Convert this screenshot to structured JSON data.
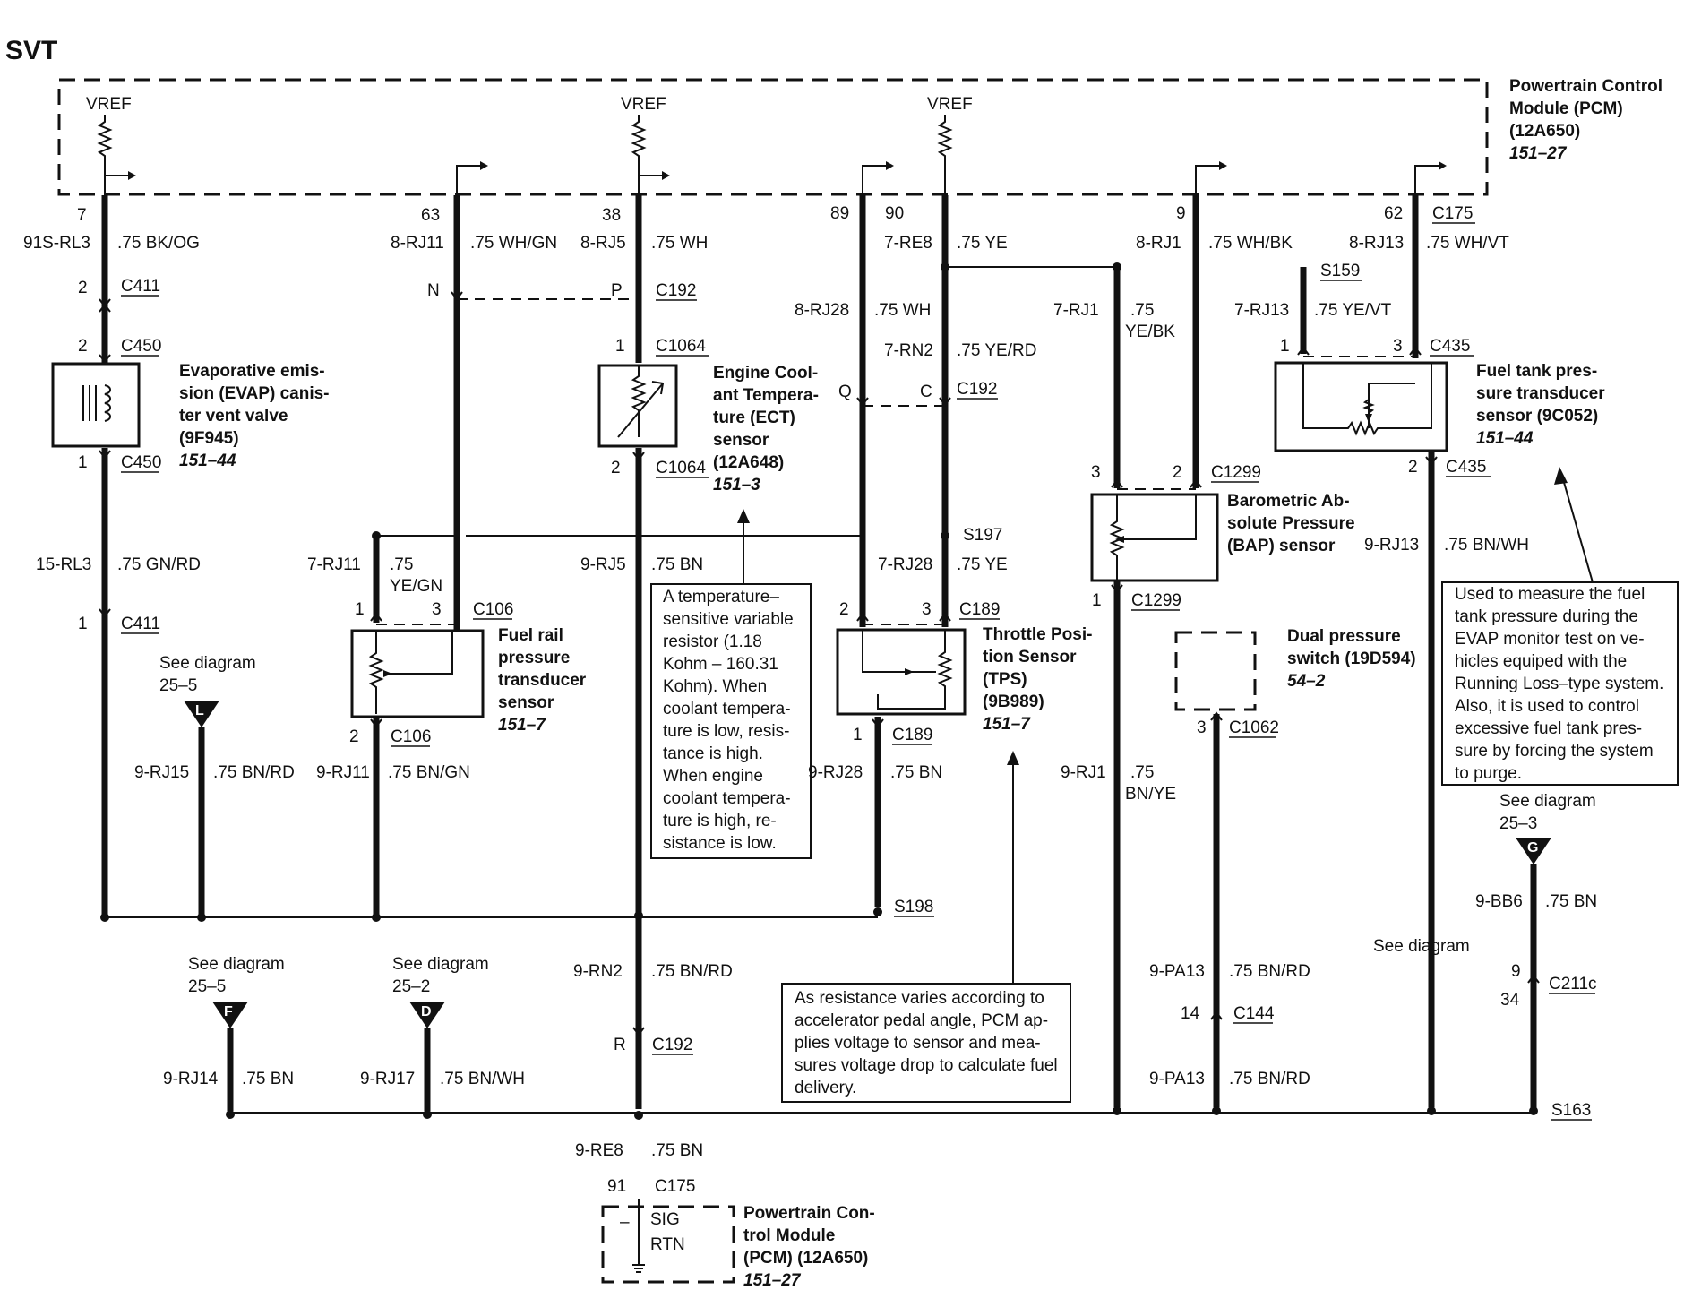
{
  "title": "SVT",
  "pcm": {
    "top": [
      "Powertrain Control",
      "Module (PCM)",
      "(12A650)",
      "151–27"
    ],
    "bottom": [
      "Powertrain Con-",
      "trol Module",
      "(PCM) (12A650)",
      "151–27"
    ],
    "vref": "VREF",
    "sig": "SIG",
    "rtn": "RTN",
    "minus": "–"
  },
  "pins": {
    "p7": "7",
    "p63": "63",
    "p38": "38",
    "p89": "89",
    "p90": "90",
    "p9": "9",
    "p62": "62",
    "p91": "91",
    "c175": "C175"
  },
  "wires": {
    "w1": "91S-RL3",
    "w1c": ".75 BK/OG",
    "w2": "8-RJ11",
    "w2c": ".75 WH/GN",
    "w3": "8-RJ5",
    "w3c": ".75 WH",
    "w4": "7-RE8",
    "w4c": ".75 YE",
    "w5": "8-RJ1",
    "w5c": ".75 WH/BK",
    "w6": "8-RJ13",
    "w6c": ".75 WH/VT",
    "w7": "8-RJ28",
    "w7c": ".75 WH",
    "w8": "7-RN2",
    "w8c": ".75 YE/RD",
    "w9": "7-RJ1",
    "w9c1": ".75",
    "w9c2": "YE/BK",
    "w10": "7-RJ13",
    "w10c": ".75 YE/VT",
    "w11": "15-RL3",
    "w11c": ".75 GN/RD",
    "w12": "7-RJ11",
    "w12c1": ".75",
    "w12c2": "YE/GN",
    "w13": "9-RJ5",
    "w13c": ".75 BN",
    "w14": "7-RJ28",
    "w14c": ".75 YE",
    "w15": "9-RJ13",
    "w15c": ".75 BN/WH",
    "w16": "9-RJ15",
    "w16c": ".75 BN/RD",
    "w17": "9-RJ11",
    "w17c": ".75 BN/GN",
    "w18": "9-RJ28",
    "w18c": ".75 BN",
    "w19": "9-RJ1",
    "w19c1": ".75",
    "w19c2": "BN/YE",
    "w20": "9-BB6",
    "w20c": ".75 BN",
    "w21": "9-RN2",
    "w21c": ".75 BN/RD",
    "w22": "9-PA13",
    "w22c": ".75 BN/RD",
    "w23": "9-PA13",
    "w23c": ".75 BN/RD",
    "w24": "9-RJ14",
    "w24c": ".75 BN",
    "w25": "9-RJ17",
    "w25c": ".75 BN/WH",
    "w26": "9-RE8",
    "w26c": ".75 BN"
  },
  "connectors": {
    "c411a": "C411",
    "c411b": "C411",
    "c450a": "C450",
    "c450b": "C450",
    "c192a": "C192",
    "c192b": "C192",
    "c192c": "C192",
    "c1064a": "C1064",
    "c1064b": "C1064",
    "c106a": "C106",
    "c106b": "C106",
    "c189a": "C189",
    "c189b": "C189",
    "c1299a": "C1299",
    "c1299b": "C1299",
    "c435a": "C435",
    "c435b": "C435",
    "c1062": "C1062",
    "c144": "C144",
    "c211c": "C211c",
    "s159": "S159",
    "s197": "S197",
    "s198": "S198",
    "s163": "S163"
  },
  "cpins": {
    "n2a": "2",
    "n2b": "2",
    "n1a": "1",
    "n1b": "1",
    "nN": "N",
    "nP": "P",
    "nQ": "Q",
    "nC": "C",
    "nR": "R",
    "n1c": "1",
    "n2c": "2",
    "n1d": "1",
    "n3a": "3",
    "n2d": "2",
    "n2e": "2",
    "n3b": "3",
    "n1e": "1",
    "n3c": "3",
    "n2f": "2",
    "n1f": "1",
    "n1g": "1",
    "n3d": "3",
    "n2g": "2",
    "n3e": "3",
    "n14": "14",
    "n9": "9",
    "n34": "34"
  },
  "components": {
    "evap": [
      "Evaporative emis-",
      "sion (EVAP) canis-",
      "ter vent valve",
      "(9F945)",
      "151–44"
    ],
    "ect": [
      "Engine Cool-",
      "ant Tempera-",
      "ture (ECT)",
      "sensor",
      "(12A648)",
      "151–3"
    ],
    "frp": [
      "Fuel rail",
      "pressure",
      "transducer",
      "sensor",
      "151–7"
    ],
    "tps": [
      "Throttle Posi-",
      "tion Sensor",
      "(TPS)",
      "(9B989)",
      "151–7"
    ],
    "bap": [
      "Barometric Ab-",
      "solute Pressure",
      "(BAP) sensor"
    ],
    "ftp": [
      "Fuel tank pres-",
      "sure transducer",
      "sensor (9C052)",
      "151–44"
    ],
    "dps": [
      "Dual pressure",
      "switch (19D594)",
      "54–2"
    ]
  },
  "notes": {
    "ect": [
      "A temperature–",
      "sensitive variable",
      "resistor (1.18",
      "Kohm – 160.31",
      "Kohm). When",
      "coolant tempera-",
      "ture is low, resis-",
      "tance is high.",
      "When engine",
      "coolant tempera-",
      "ture is high, re-",
      "sistance is low."
    ],
    "tps": [
      "As resistance varies according to",
      "accelerator pedal angle, PCM ap-",
      "plies voltage to sensor and mea-",
      "sures voltage drop to calculate fuel",
      "delivery."
    ],
    "ftp": [
      "Used to measure the fuel",
      "tank pressure during the",
      "EVAP monitor test on ve-",
      "hicles equiped with the",
      "Running Loss–type system.",
      "Also, it is used to control",
      "excessive fuel tank pres-",
      "sure by forcing the system",
      "to purge."
    ]
  },
  "refs": {
    "L": {
      "see": "See diagram",
      "num": "25–5",
      "letter": "L"
    },
    "F": {
      "see": "See diagram",
      "num": "25–5",
      "letter": "F"
    },
    "D": {
      "see": "See diagram",
      "num": "25–2",
      "letter": "D"
    },
    "G": {
      "see": "See diagram",
      "num": "25–3",
      "letter": "G"
    },
    "plain": "See diagram"
  }
}
